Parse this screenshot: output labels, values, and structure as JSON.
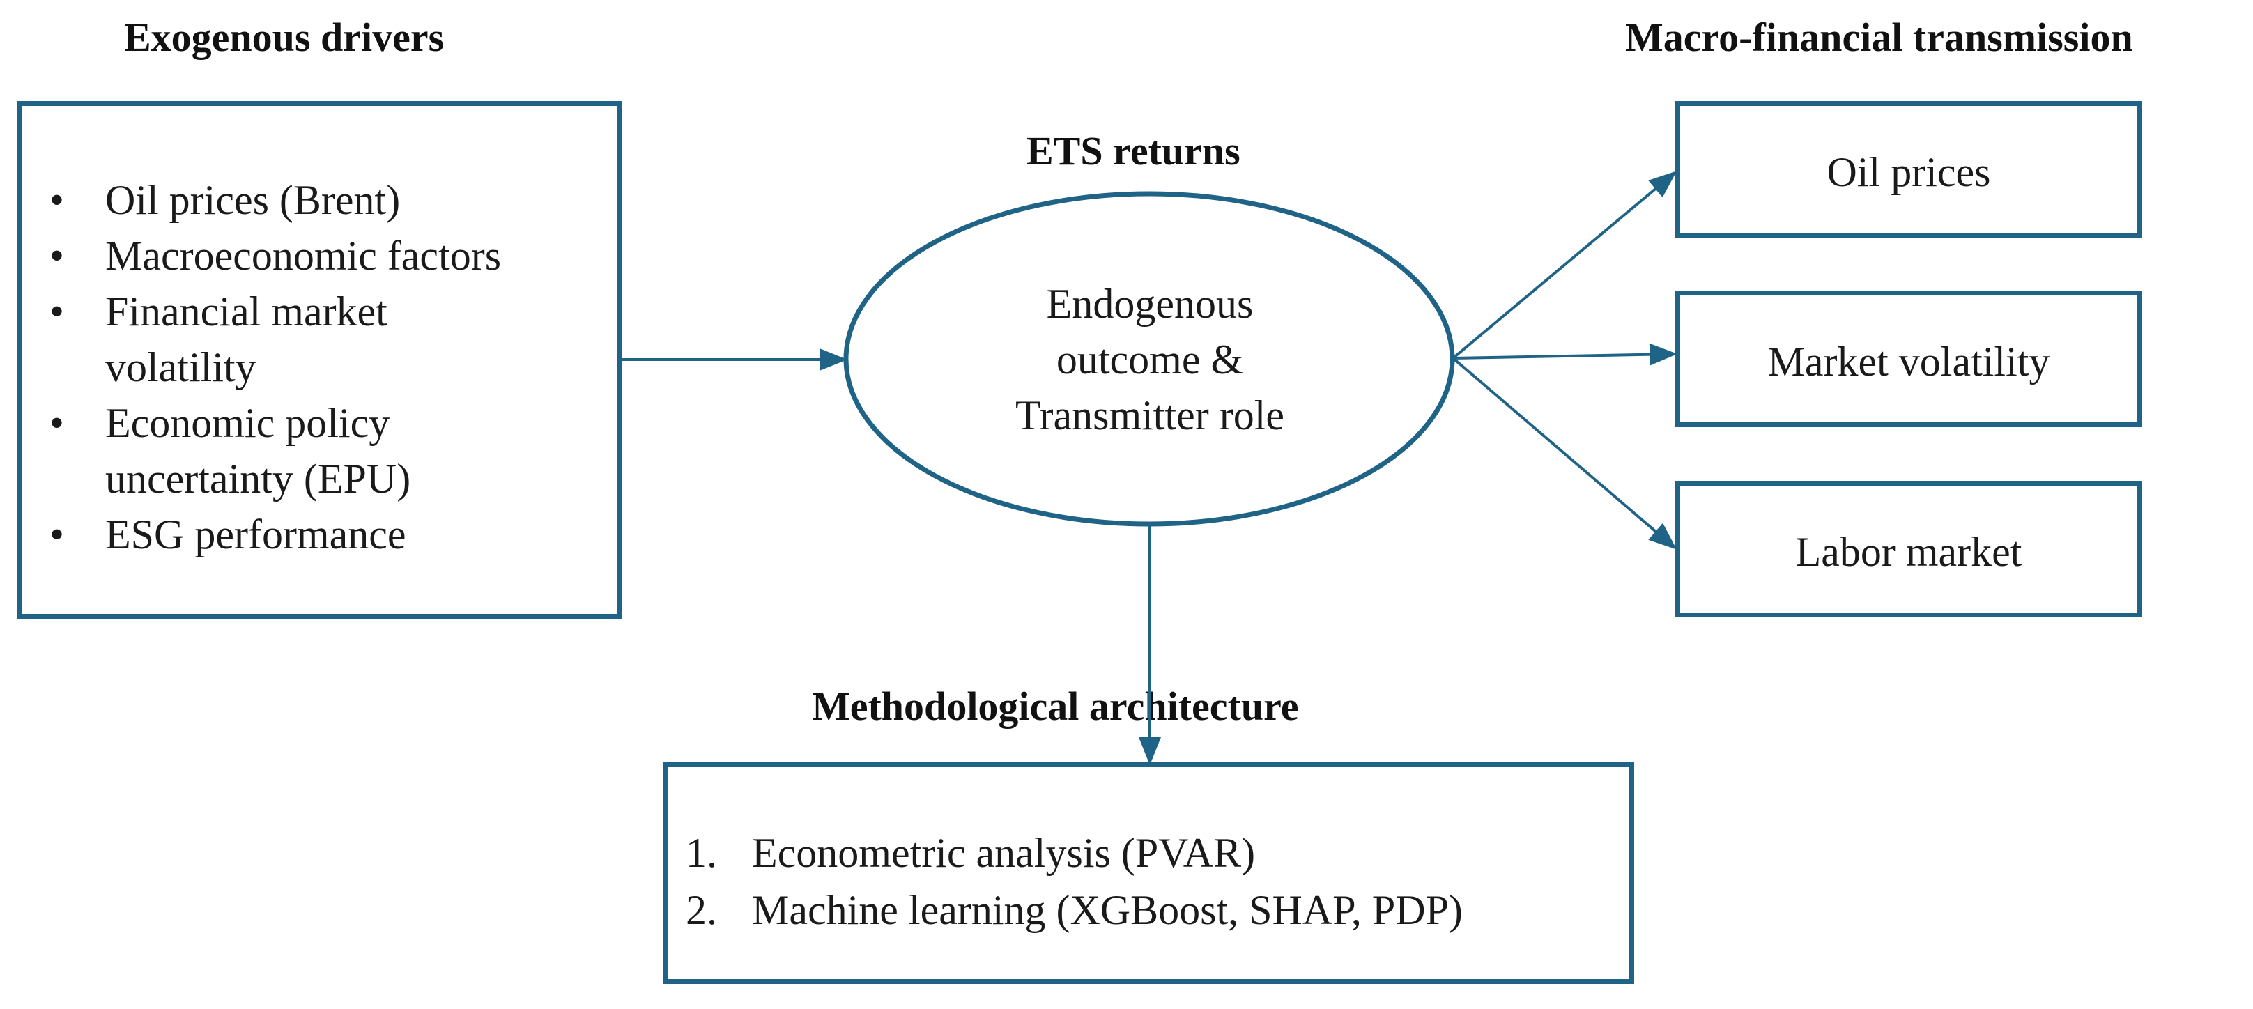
{
  "headings": {
    "exogenous": "Exogenous drivers",
    "transmission": "Macro-financial transmission",
    "ets": "ETS returns",
    "methodological": "Methodological architecture"
  },
  "drivers": [
    {
      "lines": [
        "Oil prices (Brent)"
      ]
    },
    {
      "lines": [
        "Macroeconomic factors"
      ]
    },
    {
      "lines": [
        "Financial market",
        "volatility"
      ]
    },
    {
      "lines": [
        "Economic policy",
        "uncertainty (EPU)"
      ]
    },
    {
      "lines": [
        "ESG performance"
      ]
    }
  ],
  "bullet_char": "•",
  "ellipse_lines": [
    "Endogenous",
    "outcome &",
    "Transmitter role"
  ],
  "outcomes": [
    "Oil prices",
    "Market volatility",
    "Labor market"
  ],
  "methods": [
    {
      "num": "1.",
      "text": "Econometric analysis (PVAR)"
    },
    {
      "num": "2.",
      "text": "Machine learning (XGBoost, SHAP, PDP)"
    }
  ],
  "colors": {
    "stroke": "#1f6487",
    "text": "#1a1a1a",
    "background": "#ffffff"
  }
}
